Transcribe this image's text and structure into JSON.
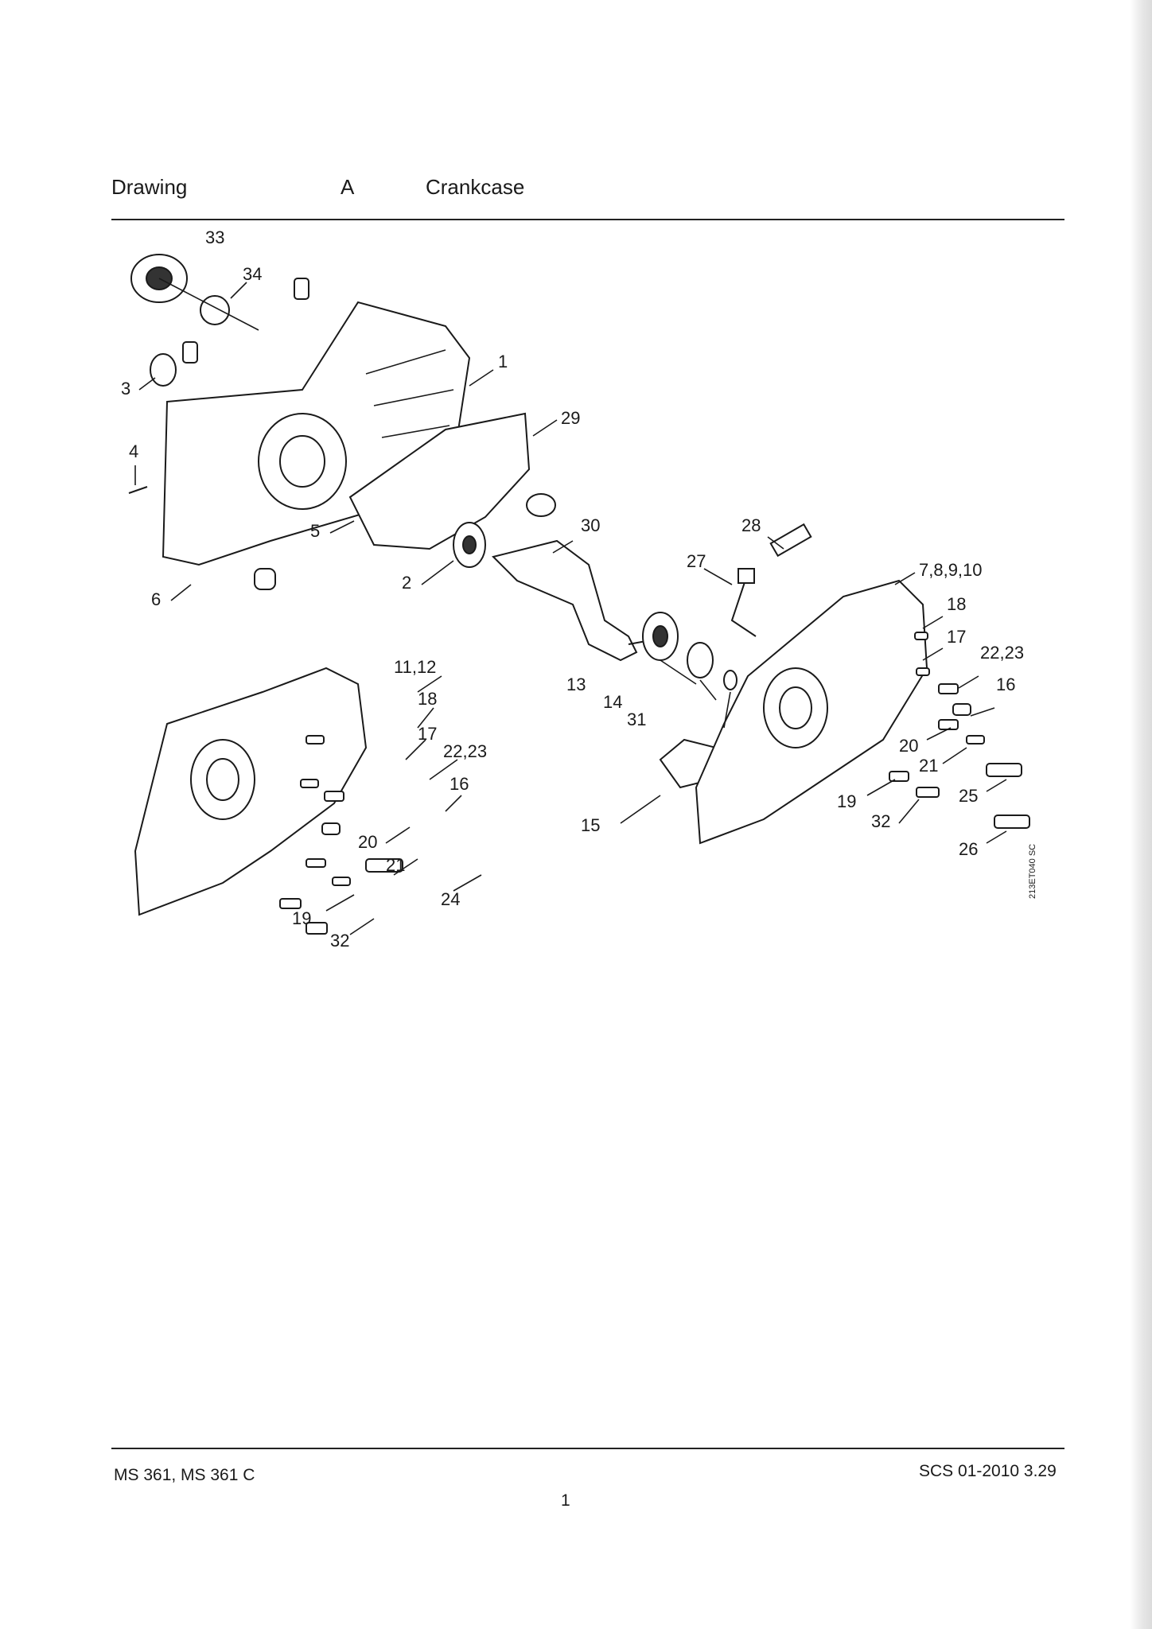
{
  "header": {
    "label": "Drawing",
    "letter": "A",
    "title": "Crankcase"
  },
  "diagram": {
    "drawing_code": "213ET040 SC",
    "callouts": {
      "c1": "1",
      "c2": "2",
      "c3": "3",
      "c4": "4",
      "c5": "5",
      "c6": "6",
      "c13": "13",
      "c14": "14",
      "c15": "15",
      "c16a": "16",
      "c16b": "16",
      "c17a": "17",
      "c17b": "17",
      "c18a": "18",
      "c18b": "18",
      "c19a": "19",
      "c19b": "19",
      "c20a": "20",
      "c20b": "20",
      "c21a": "21",
      "c21b": "21",
      "c2223a": "22,23",
      "c2223b": "22,23",
      "c24": "24",
      "c25": "25",
      "c26": "26",
      "c27": "27",
      "c28": "28",
      "c29": "29",
      "c30": "30",
      "c31": "31",
      "c32a": "32",
      "c32b": "32",
      "c33": "33",
      "c34": "34",
      "c1112": "11,12",
      "c78910": "7,8,9,10"
    }
  },
  "footer": {
    "model": "MS 361, MS 361 C",
    "code": "SCS 01-2010 3.29",
    "page": "1"
  }
}
